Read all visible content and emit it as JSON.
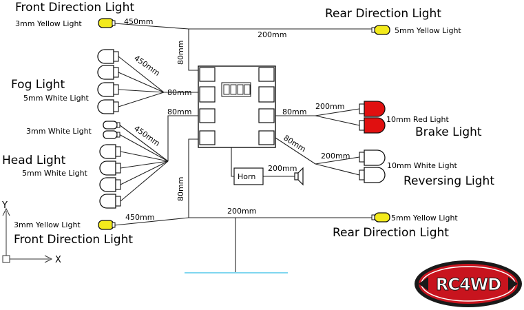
{
  "labels": {
    "front_dir_top": "Front Direction Light",
    "front_dir_top_spec": "3mm Yellow Light",
    "rear_dir_top": "Rear Direction Light",
    "rear_dir_top_spec": "5mm Yellow Light",
    "fog": "Fog Light",
    "fog_spec": "5mm White Light",
    "head": "Head Light",
    "head_spec_small": "3mm White Light",
    "head_spec": "5mm White Light",
    "brake": "Brake Light",
    "brake_spec": "10mm Red Light",
    "reversing": "Reversing Light",
    "reversing_spec": "10mm White Light",
    "horn": "Horn",
    "front_dir_bottom": "Front Direction Light",
    "front_dir_bottom_spec": "3mm Yellow Light",
    "rear_dir_bottom": "Rear Direction Light",
    "rear_dir_bottom_spec": "5mm Yellow Light",
    "axis_y": "Y",
    "axis_x": "X"
  },
  "dimensions": {
    "d450_top": "450mm",
    "d200_top": "200mm",
    "d80_vert_top": "80mm",
    "d450_fog": "450mm",
    "d80_fog": "80mm",
    "d80_head": "80mm",
    "d450_head": "450mm",
    "d80_vert_bottom": "80mm",
    "d80_brake": "80mm",
    "d200_brake": "200mm",
    "d80_rev": "80mm",
    "d200_rev": "200mm",
    "d200_horn": "200mm",
    "d450_bottom": "450mm",
    "d200_bottom": "200mm"
  },
  "colors": {
    "yellow_led": "#f3ea1c",
    "red_led": "#e01010",
    "white_led": "#ffffff",
    "logo_red": "#c8141e",
    "baseline_cyan": "#7fd6ef"
  },
  "logo": {
    "text": "RC4WD"
  },
  "icons": [
    "axis-origin-icon",
    "horn-speaker-icon",
    "rc4wd-logo"
  ]
}
